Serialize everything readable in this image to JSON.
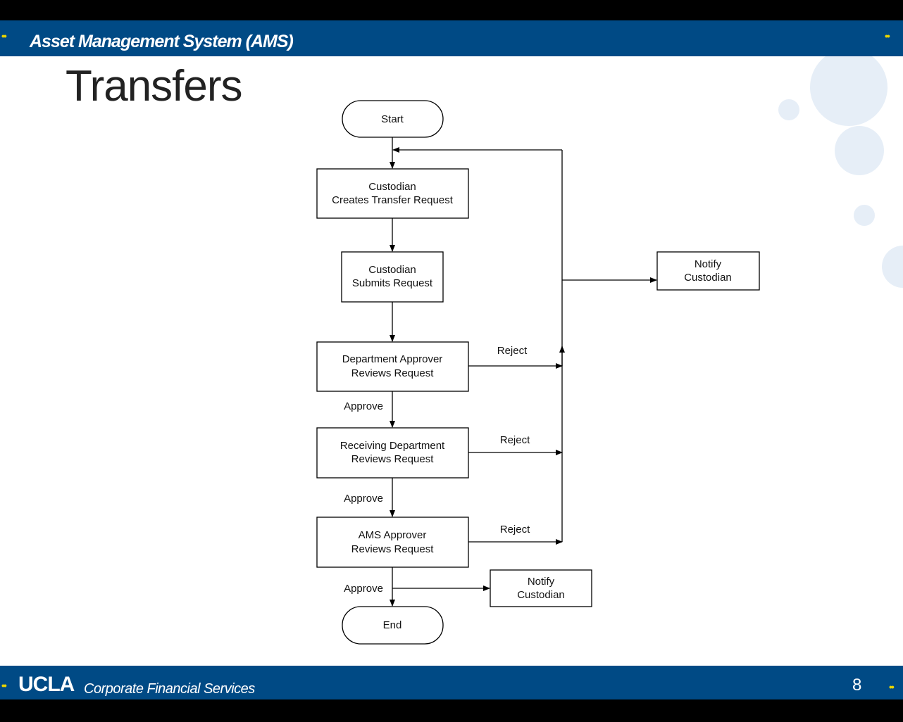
{
  "header": {
    "title": "Asset Management System (AMS)"
  },
  "slide": {
    "title": "Transfers"
  },
  "footer": {
    "logo": "UCLA",
    "department": "Corporate Financial Services",
    "page_number": "8"
  },
  "flowchart": {
    "start": "Start",
    "step1": [
      "Custodian",
      "Creates Transfer Request"
    ],
    "step2": [
      "Custodian",
      "Submits Request"
    ],
    "step3": [
      "Department Approver",
      "Reviews Request"
    ],
    "step4": [
      "Receiving Department",
      "Reviews Request"
    ],
    "step5": [
      "AMS Approver",
      "Reviews Request"
    ],
    "end": "End",
    "notify_reject": [
      "Notify",
      "Custodian"
    ],
    "notify_approve": [
      "Notify",
      "Custodian"
    ],
    "reject_label": "Reject",
    "approve_label": "Approve"
  },
  "colors": {
    "band": "#004a85",
    "accent_dots": "#e8d400"
  }
}
